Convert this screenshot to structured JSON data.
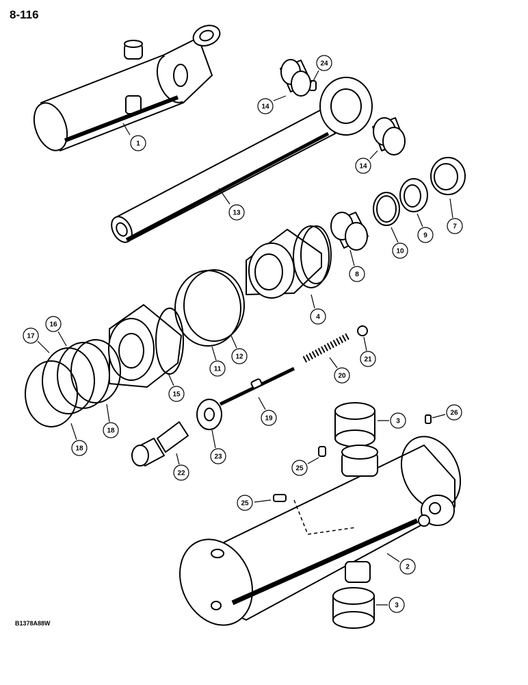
{
  "page_number": "8-116",
  "drawing_code": "B1378A88W",
  "callouts": [
    {
      "label": "1"
    },
    {
      "label": "24"
    },
    {
      "label": "14"
    },
    {
      "label": "14"
    },
    {
      "label": "13"
    },
    {
      "label": "7"
    },
    {
      "label": "9"
    },
    {
      "label": "10"
    },
    {
      "label": "8"
    },
    {
      "label": "4"
    },
    {
      "label": "12"
    },
    {
      "label": "11"
    },
    {
      "label": "15"
    },
    {
      "label": "16"
    },
    {
      "label": "17"
    },
    {
      "label": "18"
    },
    {
      "label": "18"
    },
    {
      "label": "21"
    },
    {
      "label": "20"
    },
    {
      "label": "19"
    },
    {
      "label": "23"
    },
    {
      "label": "22"
    },
    {
      "label": "3"
    },
    {
      "label": "26"
    },
    {
      "label": "25"
    },
    {
      "label": "25"
    },
    {
      "label": "2"
    },
    {
      "label": "3"
    }
  ]
}
